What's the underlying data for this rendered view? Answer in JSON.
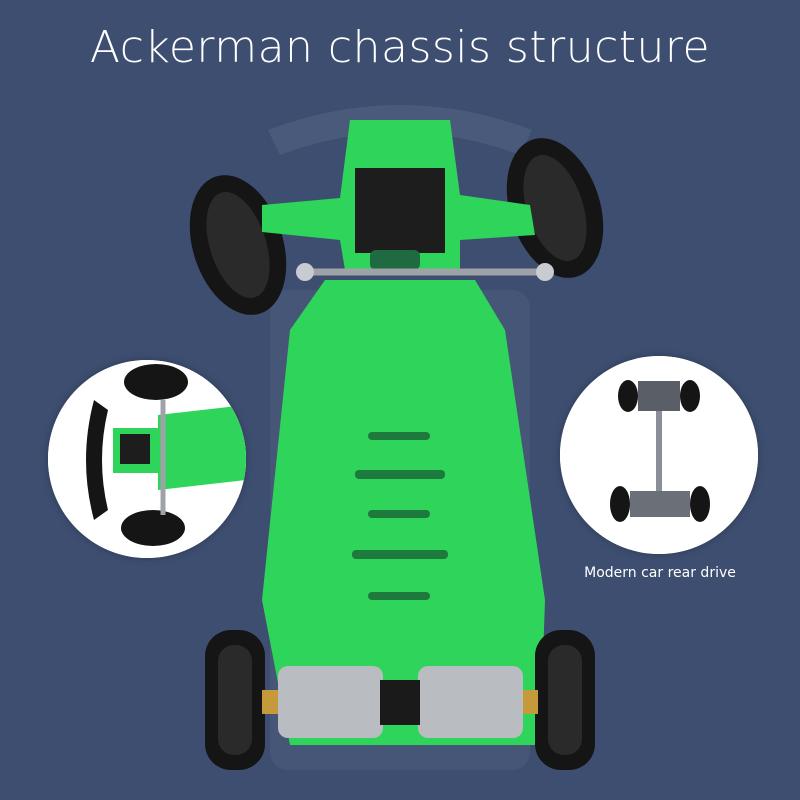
{
  "title": "Ackerman chassis structure",
  "right_caption": "Modern car rear drive",
  "colors": {
    "background": "#3d4e70",
    "chassis_plate": "#2fd45a",
    "tire": "#1a1a1a",
    "motor": "#b9bcc1"
  },
  "icons": {
    "main_chassis": "ackerman-chassis-illustration",
    "left_inset": "servo-steering-closeup-photo",
    "right_inset": "car-rear-drive-photo"
  }
}
